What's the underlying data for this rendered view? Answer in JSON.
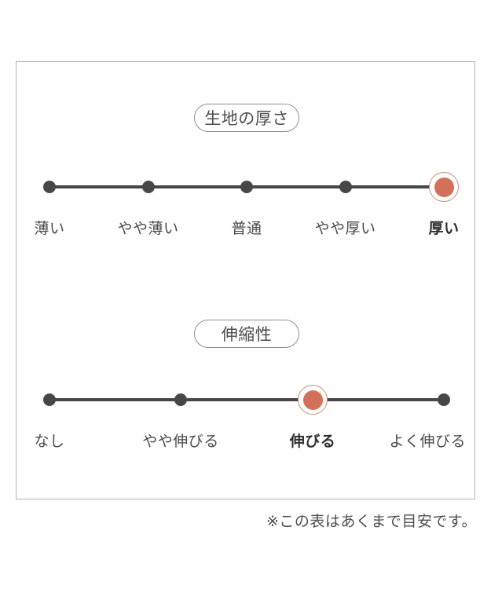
{
  "figure": {
    "scales": [
      {
        "title": "生地の厚さ",
        "selected_label": "厚い",
        "selected_index": 4,
        "options": [
          {
            "label": "薄い",
            "selected": false
          },
          {
            "label": "やや薄い",
            "selected": false
          },
          {
            "label": "普通",
            "selected": false
          },
          {
            "label": "やや厚い",
            "selected": false
          },
          {
            "label": "厚い",
            "selected": true
          }
        ]
      },
      {
        "title": "伸縮性",
        "selected_label": "伸びる",
        "selected_index": 2,
        "options": [
          {
            "label": "なし",
            "selected": false
          },
          {
            "label": "やや伸びる",
            "selected": false
          },
          {
            "label": "伸びる",
            "selected": true
          },
          {
            "label": "よく伸びる",
            "selected": false
          }
        ]
      }
    ],
    "footnote": "※この表はあくまで目安です。",
    "colors": {
      "accent": "#d3705a",
      "accent_ring": "#cd8b77",
      "track": "#474747",
      "label": "#4a4a4a",
      "panel_border": "#b4b4b4"
    }
  }
}
